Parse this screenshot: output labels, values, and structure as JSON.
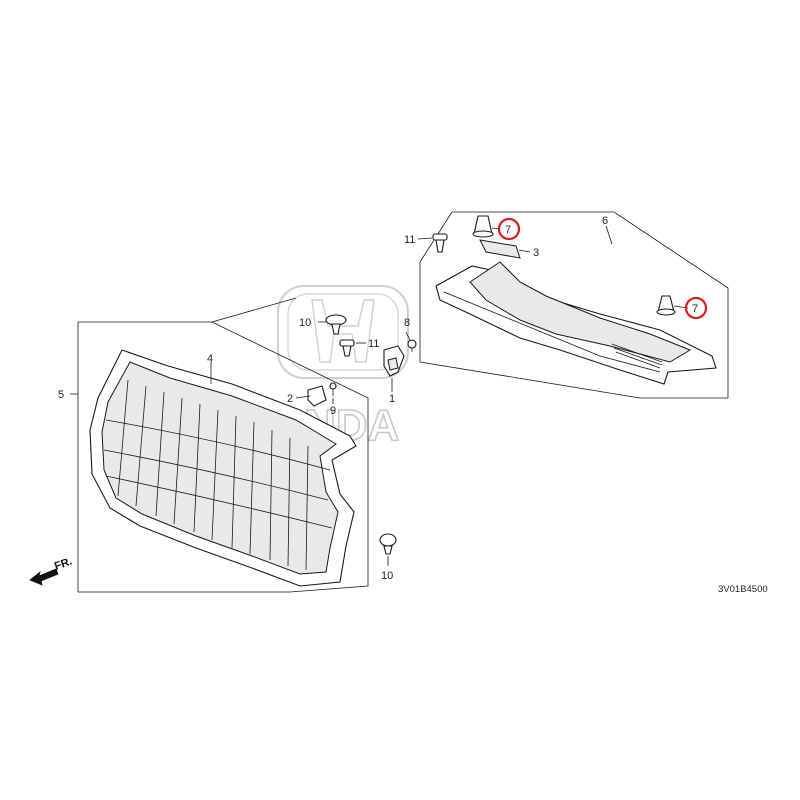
{
  "diagram_code": "3V01B4500",
  "front_indicator": "FR.",
  "watermark_text": "HONDA",
  "highlight_color": "#d42020",
  "callouts": [
    {
      "id": "c1",
      "label": "1"
    },
    {
      "id": "c2",
      "label": "2"
    },
    {
      "id": "c3",
      "label": "3"
    },
    {
      "id": "c4",
      "label": "4"
    },
    {
      "id": "c5",
      "label": "5"
    },
    {
      "id": "c6",
      "label": "6"
    },
    {
      "id": "c7a",
      "label": "7",
      "highlighted": true
    },
    {
      "id": "c7b",
      "label": "7",
      "highlighted": true
    },
    {
      "id": "c8",
      "label": "8"
    },
    {
      "id": "c9",
      "label": "9"
    },
    {
      "id": "c10a",
      "label": "10"
    },
    {
      "id": "c10b",
      "label": "10"
    },
    {
      "id": "c11a",
      "label": "11"
    },
    {
      "id": "c11b",
      "label": "11"
    }
  ]
}
